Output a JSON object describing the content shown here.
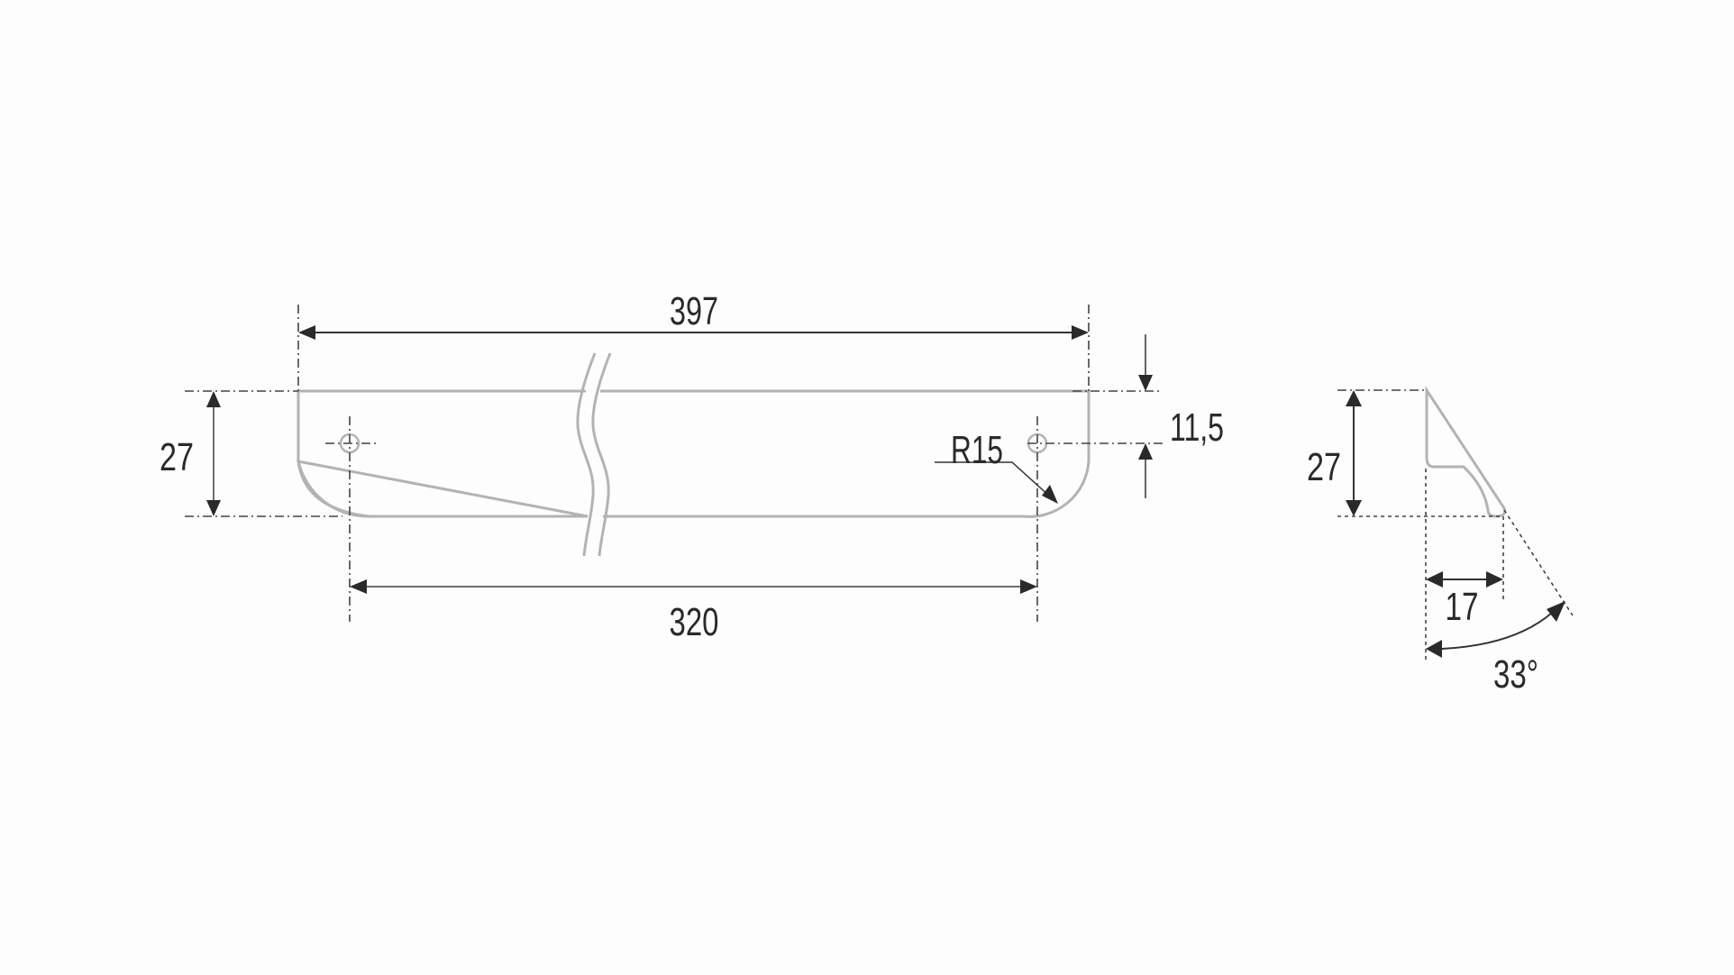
{
  "drawing": {
    "front_view": {
      "overall_length": "397",
      "height": "27",
      "hole_spacing": "320",
      "corner_radius": "R15",
      "hole_offset": "11,5"
    },
    "side_view": {
      "height": "27",
      "depth": "17",
      "angle": "33°"
    },
    "colors": {
      "part_outline": "#b3b3b3",
      "dimension_line": "#333333",
      "background": "#fdfdfd"
    }
  }
}
